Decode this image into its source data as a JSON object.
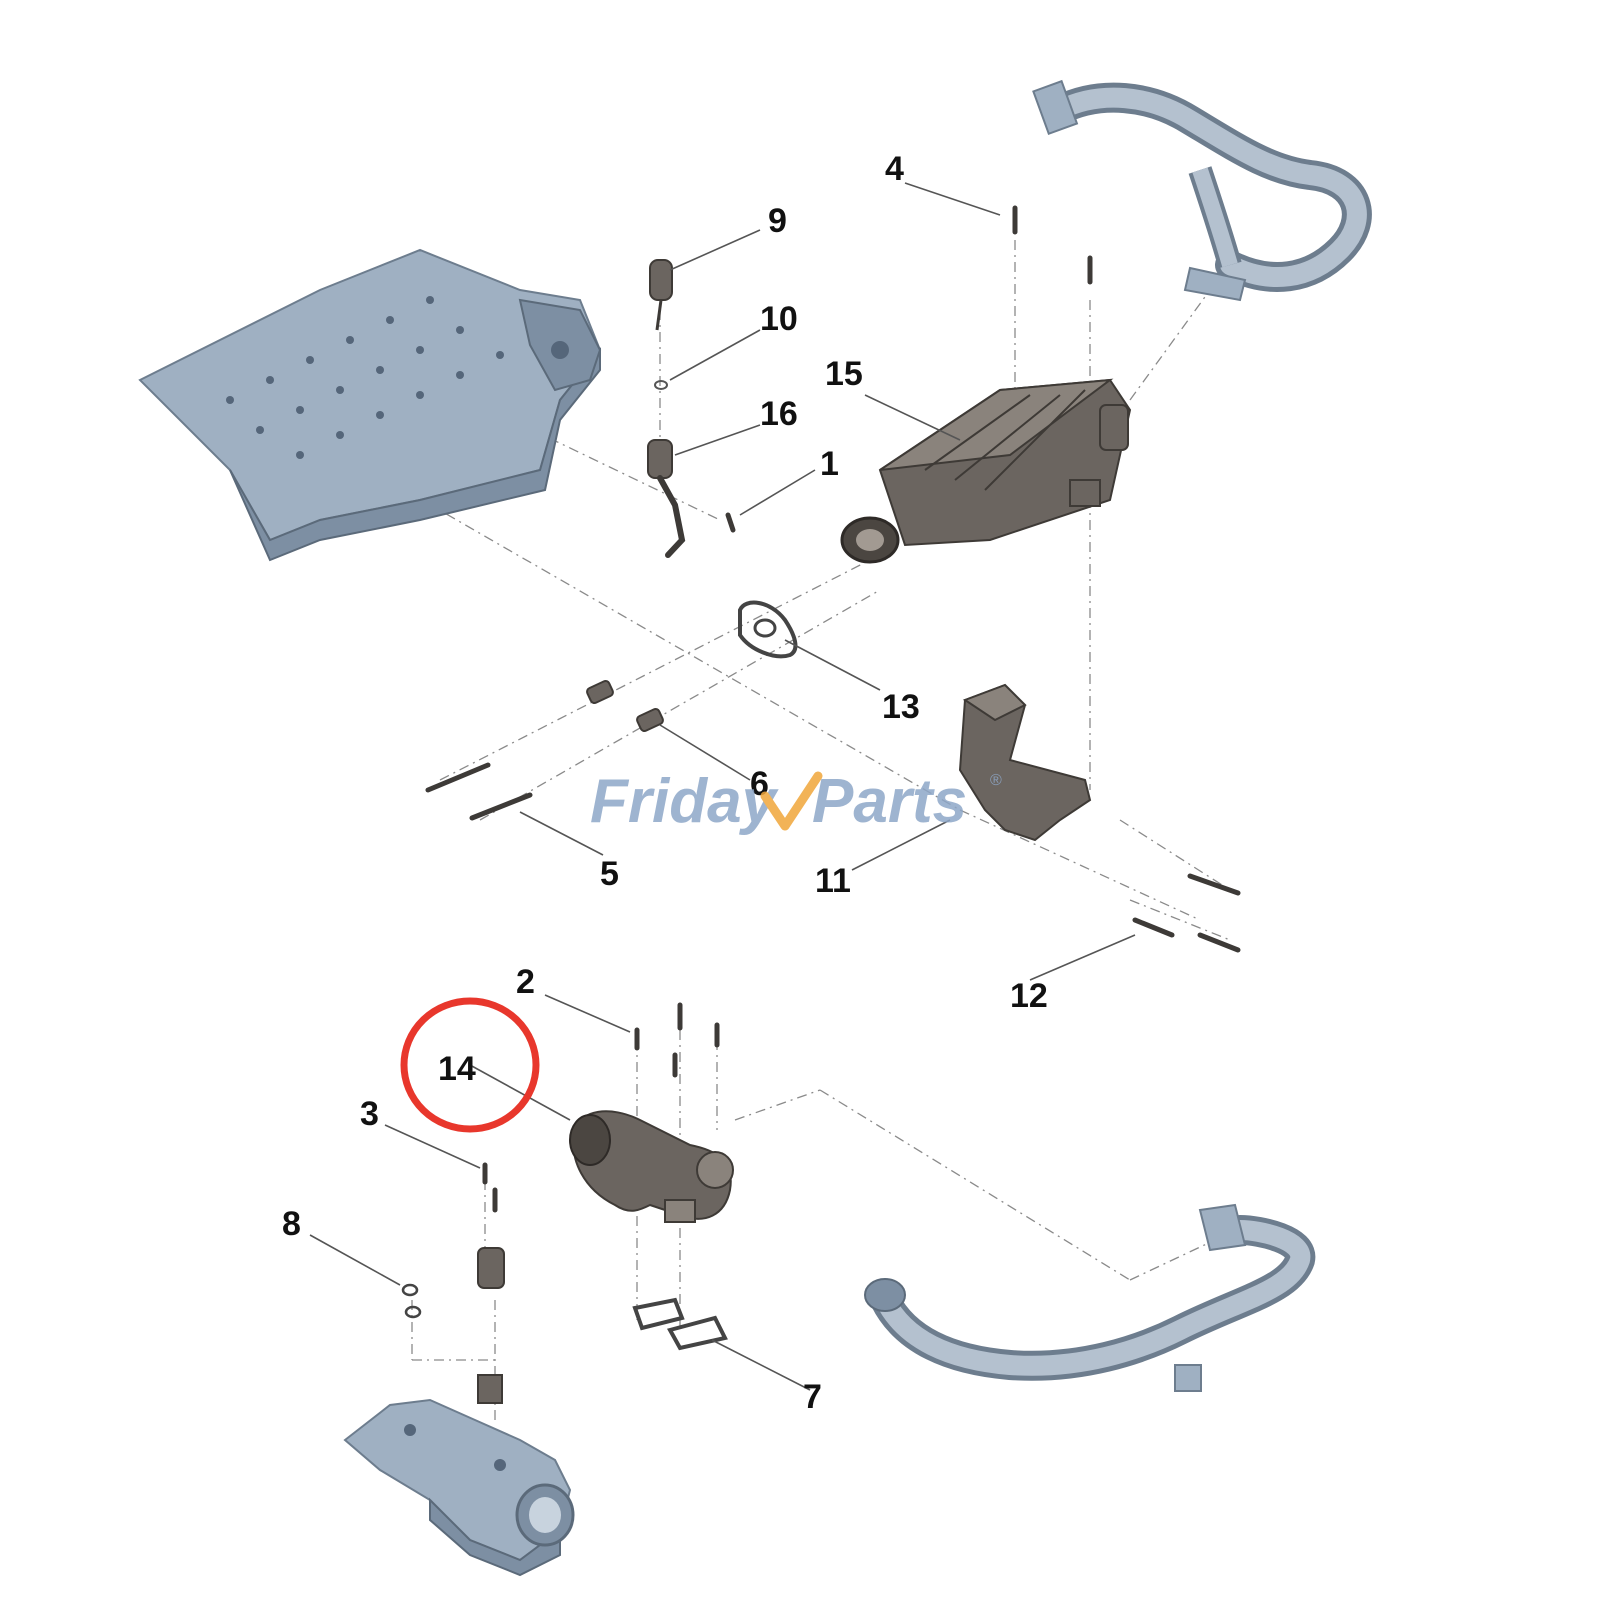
{
  "callouts": [
    "1",
    "2",
    "3",
    "4",
    "5",
    "6",
    "7",
    "8",
    "9",
    "10",
    "11",
    "12",
    "13",
    "14",
    "15",
    "16"
  ],
  "highlighted_callout": "14",
  "watermark": {
    "left": "Friday",
    "right": "Parts",
    "registered": "®"
  },
  "colors": {
    "highlight_ring": "#e8372c",
    "watermark_blue": "#8ea7c8",
    "watermark_orange": "#f0a63a",
    "part_gray": "#9fb0c2",
    "part_dark": "#6b6560"
  }
}
